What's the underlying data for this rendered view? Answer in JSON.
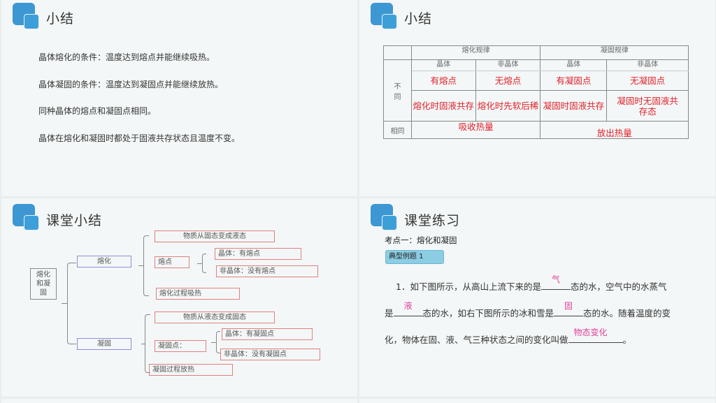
{
  "slides": {
    "top_left": {
      "title": "小结",
      "lines": [
        "晶体熔化的条件：温度达到熔点并能继续吸热。",
        "晶体凝固的条件：温度达到凝固点并能继续放热。",
        "同种晶体的熔点和凝固点相同。",
        "晶体在熔化和凝固时都处于固液共存状态且温度不变。"
      ]
    },
    "top_right": {
      "title": "小结",
      "table": {
        "group_headers": [
          "熔化规律",
          "凝固规律"
        ],
        "sub_headers": [
          "晶体",
          "非晶体",
          "晶体",
          "非晶体"
        ],
        "diff_label": "不\n同",
        "diff_label_chars": [
          "不",
          "同"
        ],
        "diff_row1": [
          "有熔点",
          "无熔点",
          "有凝固点",
          "无凝固点"
        ],
        "diff_row2": [
          "熔化时固液共存",
          "熔化时先软后稀",
          "凝固时固液共存",
          "凝固时无固液共存态"
        ],
        "same_label": "相同",
        "same_row": [
          "吸收热量",
          "放出热量"
        ]
      }
    },
    "bottom_left": {
      "title": "课堂小结",
      "mindmap": {
        "root": "熔化和凝固",
        "root_lines": [
          "熔化",
          "和凝",
          "固"
        ],
        "melting": {
          "label": "熔化",
          "definition": "物质从固态变成液态",
          "point_label": "熔点",
          "crystal": "晶体：有熔点",
          "non_crystal": "非晶体：没有熔点",
          "heat": "熔化过程吸热"
        },
        "solidifying": {
          "label": "凝固",
          "definition": "物质从液态变成固态",
          "point_label": "凝固点：",
          "crystal": "晶体：有凝固点",
          "non_crystal": "非晶体：没有凝固点",
          "heat": "凝固过程放热"
        }
      }
    },
    "bottom_right": {
      "title": "课堂练习",
      "key_point": "考点一：熔化和凝固",
      "badge": "典型例题 1",
      "question": {
        "l1_a": "1．如下图所示，从高山上流下来的是",
        "ans1": "气",
        "l1_b": "态的水，空气中的水蒸气",
        "l2_a": "是",
        "ans2": "液",
        "l2_b": "态的水，如右下图所示的冰和雪是",
        "ans3": "固",
        "l2_c": "态的水。随着温度的变",
        "l3_a": "化，物体在固、液、气三种状态之间的变化叫做",
        "ans4": "物态变化",
        "l3_b": "。"
      }
    }
  },
  "colors": {
    "accent_blue": "#3d97d3",
    "answer_red": "#e0202a",
    "answer_pink": "#e0409a",
    "badge_bg": "#8ccde3",
    "mindmap_red_border": "#e08080",
    "mindmap_blue_border": "#8c8ce0"
  }
}
